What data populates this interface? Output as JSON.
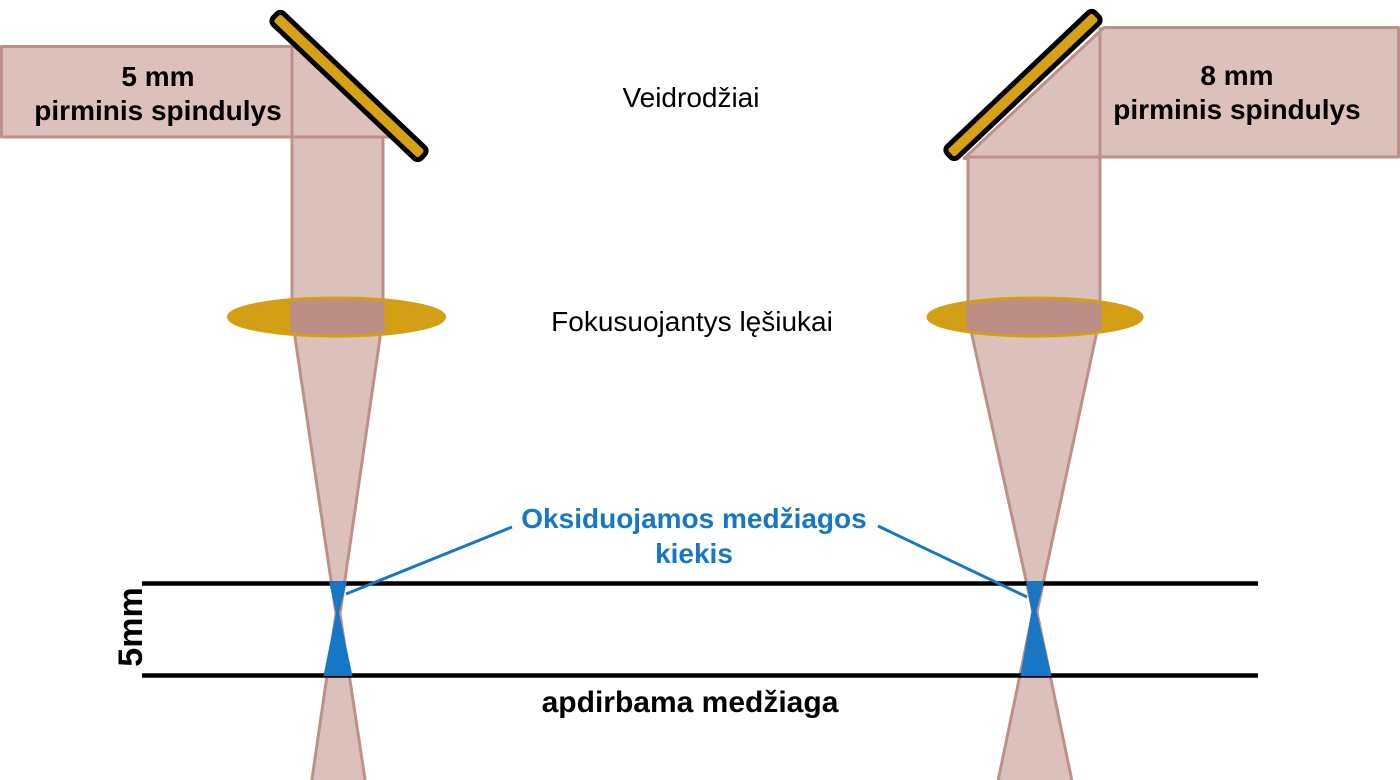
{
  "labels": {
    "left_beam": {
      "line1": "5 mm",
      "line2": "pirminis spindulys"
    },
    "right_beam": {
      "line1": "8 mm",
      "line2": "pirminis spindulys"
    },
    "mirrors": "Veidrodžiai",
    "lenses": "Fokusuojantys lęšiukai",
    "oxidized": {
      "line1": "Oksiduojamos medžiagos",
      "line2": "kiekis"
    },
    "material": "apdirbama medžiaga",
    "thickness": "5mm"
  },
  "colors": {
    "beam_fill": "#dbc0bc",
    "beam_stroke": "#bd9089",
    "beam_lens_overlap": "#bc8e85",
    "mirror_gold": "#d6a213",
    "lens_gold": "#d29f15",
    "annotation_blue": "#1777c4",
    "material_line": "#000000",
    "text_black": "#000000"
  }
}
